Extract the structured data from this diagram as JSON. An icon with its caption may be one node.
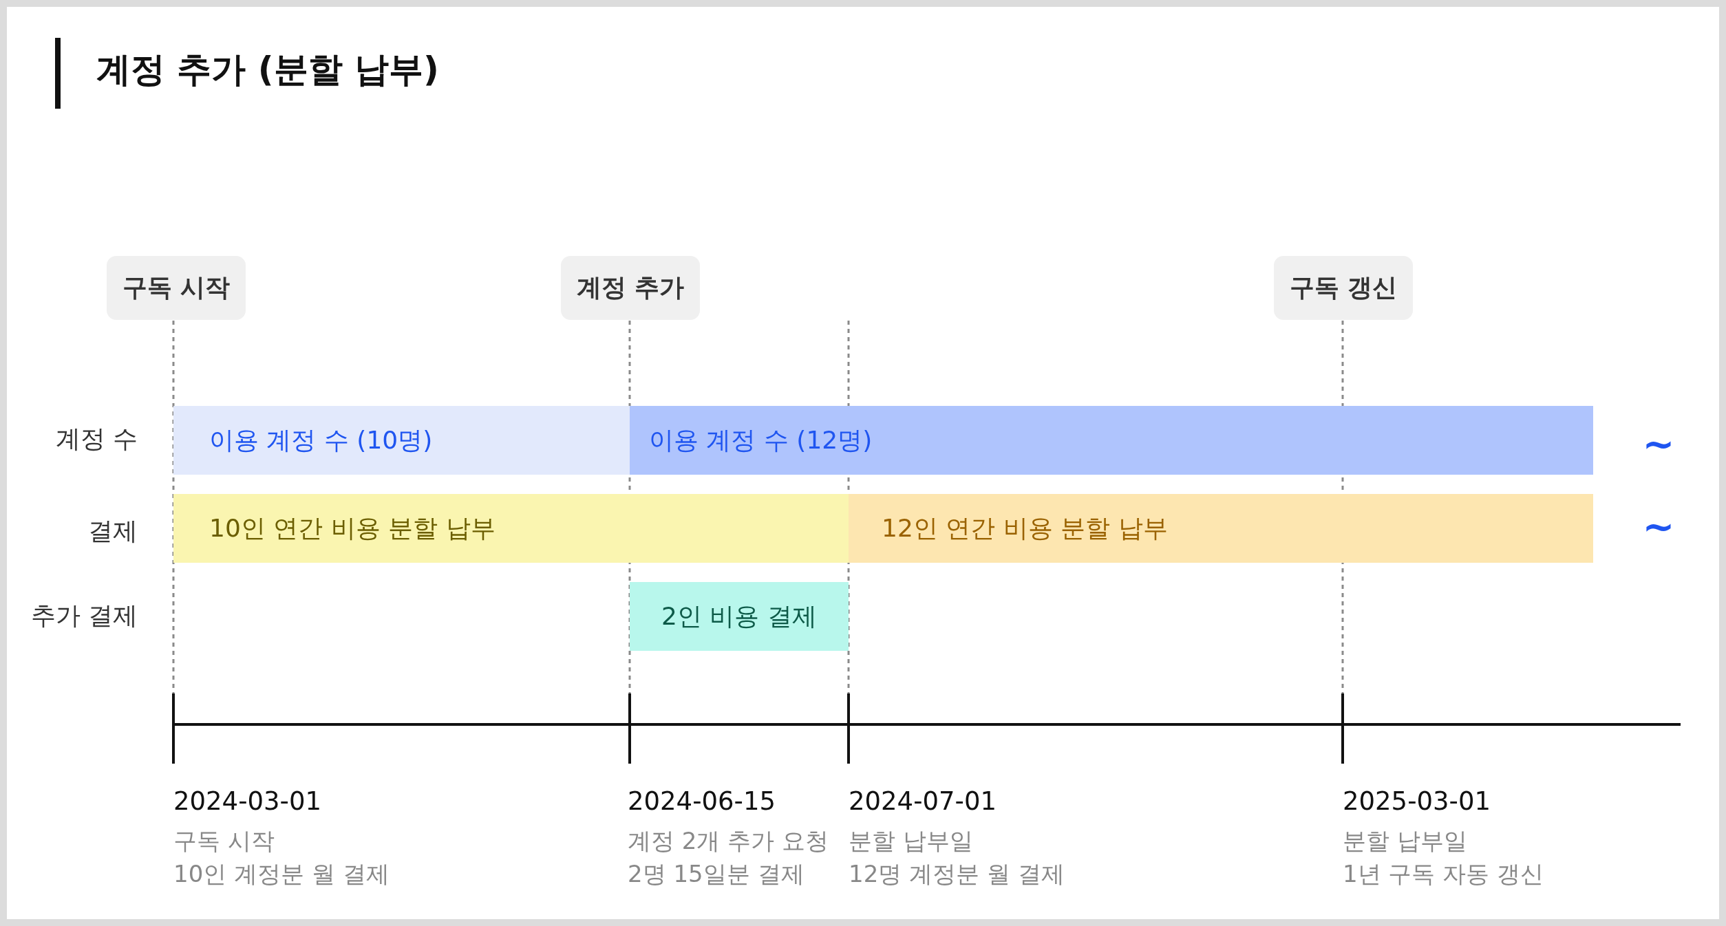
{
  "diagram": {
    "title": "계정 추가 (분할 납부)",
    "nodes": [
      {
        "text": [
          "구독 시작"
        ]
      },
      {
        "text": [
          "계정 추가"
        ]
      },
      {
        "text": [
          "구독 갱신"
        ]
      },
      {
        "text": [
          "이용 계정 수 (10명)"
        ]
      },
      {
        "text": [
          "이용 계정 수 (12명)"
        ]
      },
      {
        "text": [
          "10인 연간 비용 분할 납부"
        ]
      },
      {
        "text": [
          "12인 연간 비용 분할 납부"
        ]
      },
      {
        "text": [
          "2인 비용 결제"
        ]
      }
    ],
    "labels": [
      "계정 수",
      "~",
      "결제",
      "~",
      "추가 결제",
      "2024-03-01",
      "2024-06-15",
      "2024-07-01",
      "2025-03-01",
      "구독 시작",
      "계정 2개 추가 요청",
      "분할 납부일",
      "분할 납부일",
      "10인 계정분 월 결제",
      "2명 15일분 결제",
      "12명 계정분 월 결제",
      "1년 구독 자동 갱신"
    ]
  }
}
